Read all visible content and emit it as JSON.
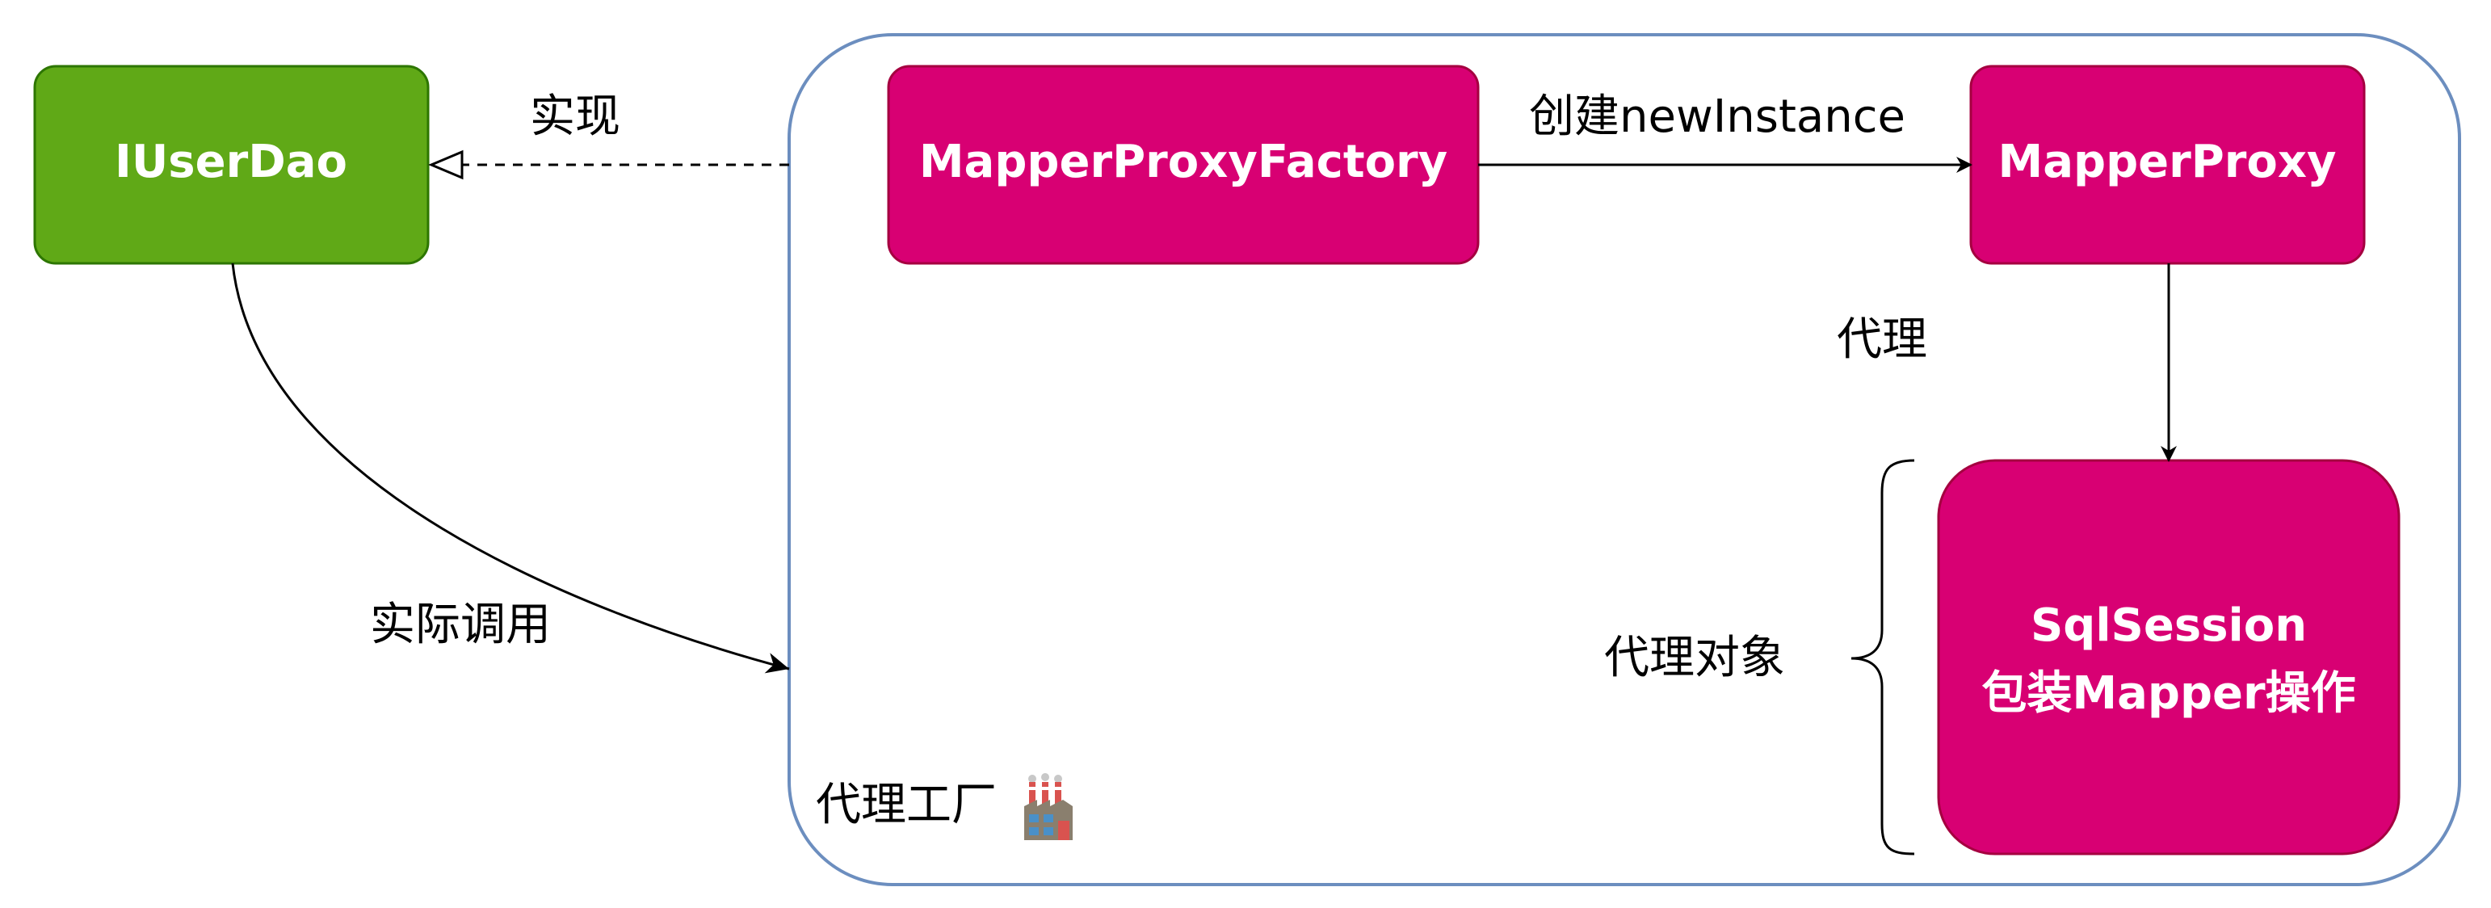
{
  "nodes": {
    "iuserdao": {
      "label": "IUserDao",
      "color": "#60a917",
      "stroke": "#2d7600"
    },
    "mapper_proxy_factory": {
      "label": "MapperProxyFactory",
      "color": "#d80073",
      "stroke": "#a50040"
    },
    "mapper_proxy": {
      "label": "MapperProxy",
      "color": "#d80073",
      "stroke": "#a50040"
    },
    "sqlsession": {
      "label_line1": "SqlSession",
      "label_line2": "包装Mapper操作",
      "color": "#d80073",
      "stroke": "#a50040"
    }
  },
  "container": {
    "label": "代理工厂",
    "icon": "factory-icon",
    "border_color": "#6c8ebf"
  },
  "edges": {
    "implements_label": "实现",
    "create_label": "创建newInstance",
    "proxy_label": "代理",
    "actual_call_label": "实际调用"
  },
  "brace_label": "代理对象"
}
